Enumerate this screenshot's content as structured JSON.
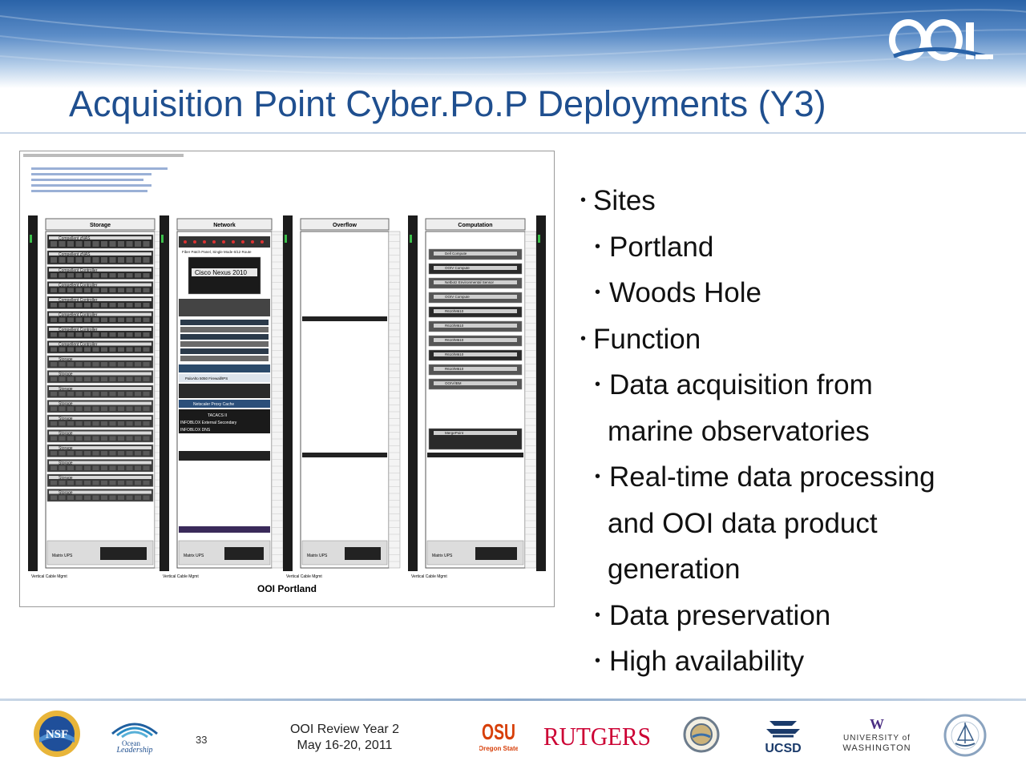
{
  "slide": {
    "title": "Acquisition Point Cyber.Po.P Deployments (Y3)",
    "page_number": "33",
    "footer_line1": "OOI Review Year 2",
    "footer_line2": "May 16-20, 2011"
  },
  "figure": {
    "caption": "OOI Portland",
    "rack_titles": [
      "Storage",
      "Network",
      "Overflow",
      "Computation"
    ],
    "cable_label": "Vertical Cable Mgmt",
    "ups_label": "Matrix UPS",
    "storage_items": [
      "Compellent zNAS",
      "Compellent zNAS",
      "Compellent Controller",
      "Compellent Controller",
      "Compellent Controller",
      "Compellent Controller",
      "Compellent Controller",
      "Compellent Controller",
      "Storage",
      "Storage",
      "Storage",
      "Storage",
      "Storage",
      "Storage",
      "Storage",
      "Storage",
      "Storage",
      "Storage"
    ],
    "network_items": [
      "Fiber Patch Panel, Single Mode 6/12 Route",
      "Cisco Nexus 2010",
      "PaloAlto 5050 Firewall/IPS",
      "Netscaler Proxy Cache",
      "TACACS II",
      "INFOBLOX External Secondary",
      "INFOBLOX DNS"
    ],
    "computation_items": [
      "Dell Compute",
      "OOIV Compute",
      "Netbotz Environmental Sensor",
      "OOIV Compute",
      "R610/M610",
      "R610/M610",
      "R610/M610",
      "R610/M610",
      "R610/M610",
      "OOIV/IBM",
      "MergePoint"
    ]
  },
  "bullets": [
    {
      "level": 1,
      "text": "Sites"
    },
    {
      "level": 2,
      "text": "Portland"
    },
    {
      "level": 2,
      "text": "Woods Hole"
    },
    {
      "level": 1,
      "text": "Function"
    },
    {
      "level": 2,
      "text": "Data acquisition from"
    },
    {
      "level": 0,
      "text": "marine observatories"
    },
    {
      "level": 2,
      "text": "Real-time data processing"
    },
    {
      "level": 0,
      "text": "and OOI data product"
    },
    {
      "level": 0,
      "text": "generation"
    },
    {
      "level": 2,
      "text": "Data preservation"
    },
    {
      "level": 2,
      "text": "High availability"
    }
  ],
  "logos": {
    "ooi": "OOI",
    "nsf": "NSF",
    "ocean_leadership_1": "Ocean",
    "ocean_leadership_2": "Leadership",
    "osu_1": "OSU",
    "osu_2": "Oregon State",
    "rutgers": "RUTGERS",
    "ucsd": "UCSD",
    "uw_1": "W",
    "uw_2": "UNIVERSITY of",
    "uw_3": "WASHINGTON"
  },
  "colors": {
    "title": "#1f4f8f",
    "header_band": "#2a63a8",
    "rutgers_red": "#cc0033",
    "osu_orange": "#d73f09"
  }
}
